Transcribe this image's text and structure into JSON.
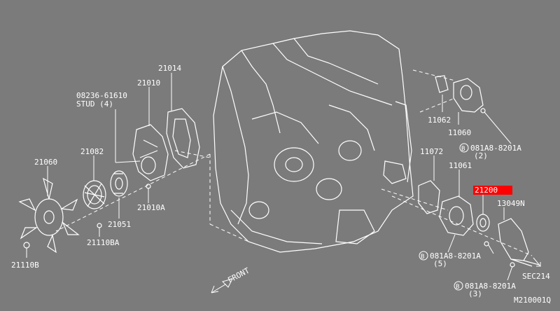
{
  "diagram": {
    "background_color": "#7b7b7b",
    "line_color": "#ffffff",
    "highlight_color": "#ff0000",
    "highlighted_part": "21200",
    "figure_code": "M210001Q",
    "front_label": "FRONT",
    "callouts": {
      "p21014": "21014",
      "p21010": "21010",
      "p08236": "08236-61610",
      "stud": "STUD (4)",
      "p21082": "21082",
      "p21060": "21060",
      "p21010a": "21010A",
      "p21051": "21051",
      "p21110ba": "21110BA",
      "p21110b": "21110B",
      "p11062": "11062",
      "p11060": "11060",
      "bolt1_code": "081A8-8201A",
      "bolt1_qty": "(2)",
      "p11072": "11072",
      "p11061": "11061",
      "p21200": "21200",
      "p13049n": "13049N",
      "bolt2_code": "081A8-8201A",
      "bolt2_qty": "(5)",
      "bolt3_code": "081A8-8201A",
      "bolt3_qty": "(3)",
      "sec": "SEC214",
      "bolt_symbol": "B"
    }
  }
}
